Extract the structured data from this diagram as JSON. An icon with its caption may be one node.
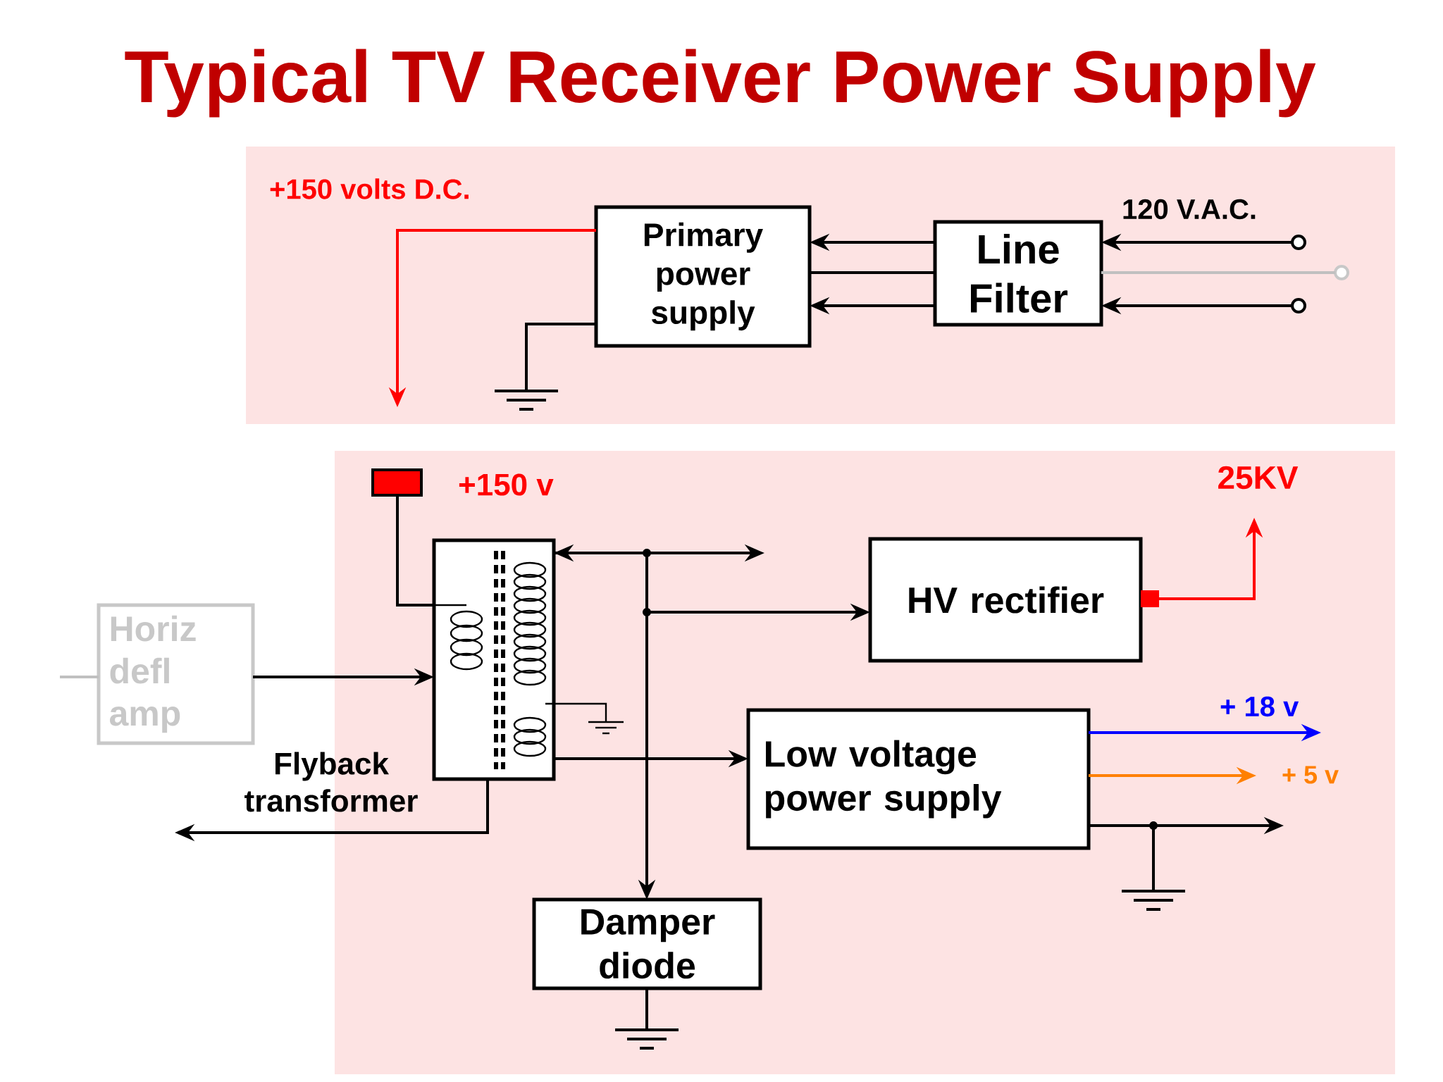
{
  "diagram": {
    "title": "Typical TV Receiver Power Supply",
    "nodes": [
      {
        "text": [
          "Primary power supply"
        ]
      },
      {
        "text": [
          "Line Filter"
        ]
      },
      {
        "text": [],
        "shape": "circle"
      },
      {
        "text": [],
        "shape": "circle"
      },
      {
        "text": [],
        "shape": "circle"
      },
      {
        "text": [],
        "shape": "ground"
      },
      {
        "text": [],
        "shape": "box",
        "beside": [
          "+150 v"
        ]
      },
      {
        "text": [
          "Horiz defl amp"
        ]
      },
      {
        "text": [
          "Flyback transformer"
        ]
      },
      {
        "text": [
          "HV rectifier"
        ]
      },
      {
        "text": [
          "Low voltage power supply"
        ]
      },
      {
        "text": [
          "Damper diode"
        ]
      },
      {
        "text": [],
        "shape": "ground"
      },
      {
        "text": [],
        "shape": "ground"
      }
    ],
    "edges": [
      {
        "from": 0,
        "to": null,
        "arrow": "to",
        "color": "#ff0000",
        "label": "+150 volts D.C."
      },
      {
        "from": 1,
        "to": 0,
        "arrow": "to"
      },
      {
        "from": 1,
        "to": 0,
        "arrow": "none"
      },
      {
        "from": 1,
        "to": 0,
        "arrow": "to"
      },
      {
        "from": 2,
        "to": 1,
        "arrow": "to"
      },
      {
        "from": 3,
        "to": 1,
        "arrow": "none",
        "color": "#c0c0c0"
      },
      {
        "from": 4,
        "to": 1,
        "arrow": "to"
      },
      {
        "from": 0,
        "to": 5,
        "arrow": "none"
      },
      {
        "from": 6,
        "to": 8,
        "arrow": "none"
      },
      {
        "from": null,
        "to": 7,
        "arrow": "none",
        "color": "#c0c0c0"
      },
      {
        "from": 7,
        "to": 8,
        "arrow": "to"
      },
      {
        "from": 8,
        "to": null,
        "arrow": "to"
      },
      {
        "from": 8,
        "to": null,
        "arrow": "to"
      },
      {
        "from": 8,
        "to": 9,
        "arrow": "to"
      },
      {
        "from": 8,
        "to": 10,
        "arrow": "to"
      },
      {
        "from": 11,
        "to": 8,
        "arrow": "both"
      },
      {
        "from": 9,
        "to": null,
        "arrow": "to",
        "color": "#ff0000",
        "label": "25KV"
      },
      {
        "from": 10,
        "to": null,
        "arrow": "to",
        "color": "#0000ff",
        "label": "+ 18 v"
      },
      {
        "from": 10,
        "to": null,
        "arrow": "to",
        "color": "#ff8000",
        "label": "+ 5 v"
      },
      {
        "from": 10,
        "to": null,
        "arrow": "to"
      },
      {
        "from": 10,
        "to": 12,
        "arrow": "none"
      },
      {
        "from": 11,
        "to": 13,
        "arrow": "none"
      }
    ],
    "labels": [
      "120 V.A.C."
    ]
  }
}
